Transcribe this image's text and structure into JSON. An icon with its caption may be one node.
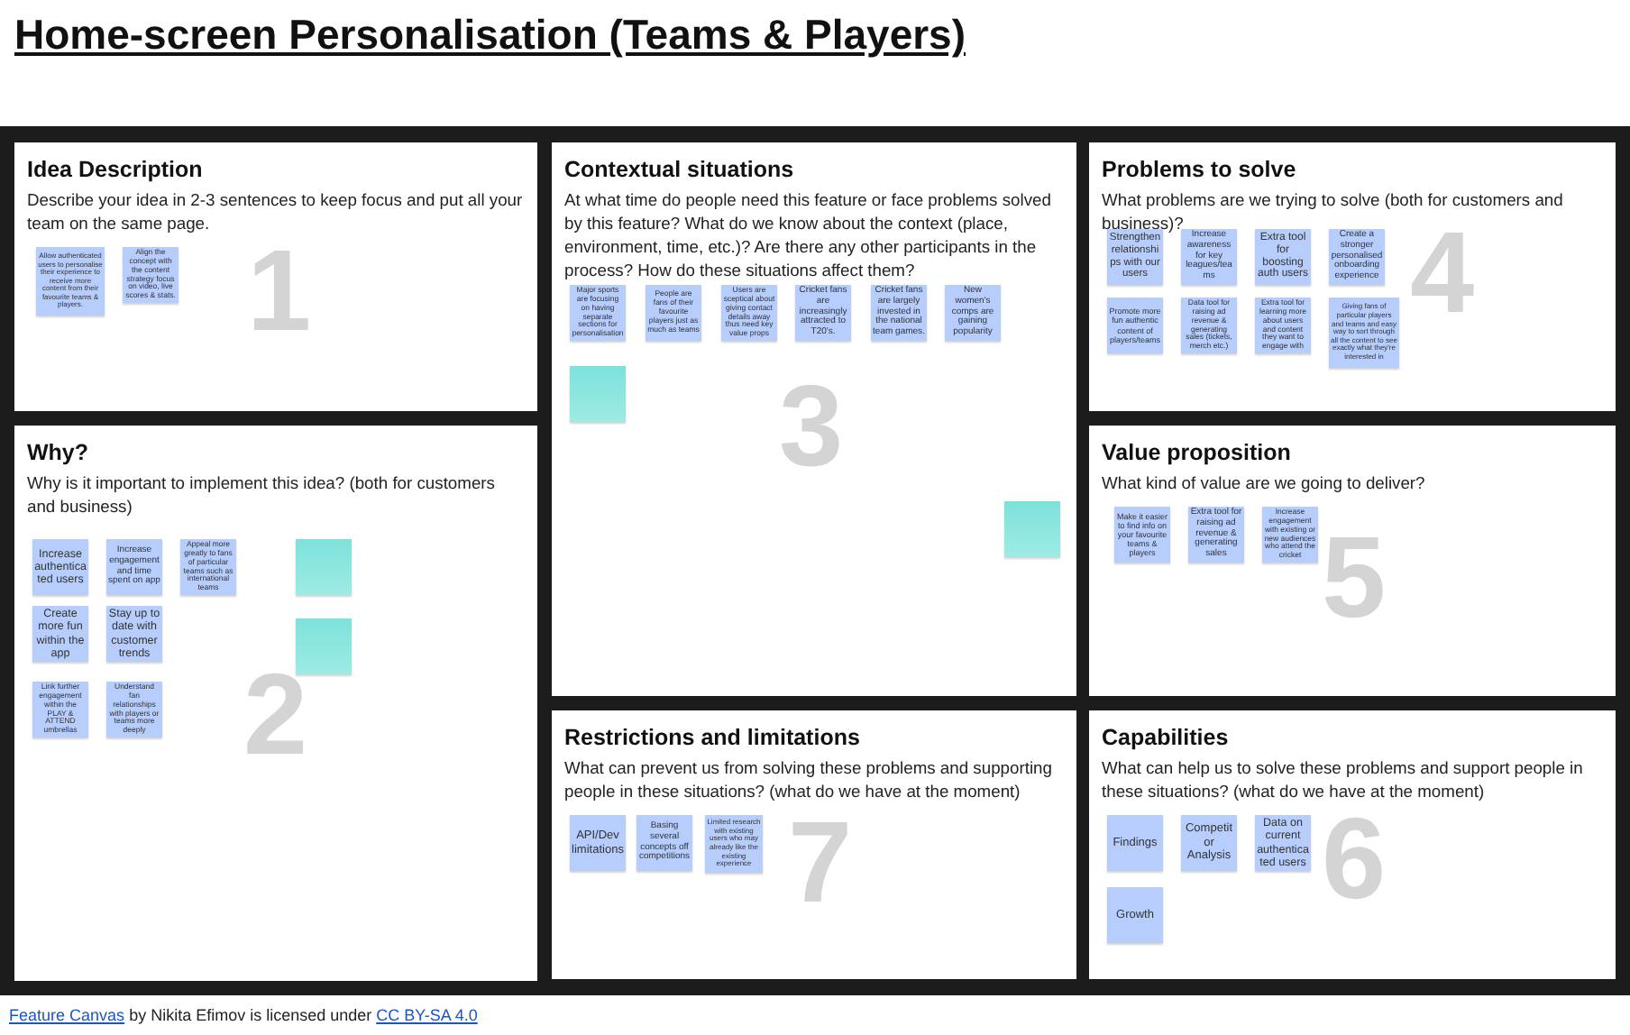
{
  "diagram": {
    "title": "Home-screen Personalisation (Teams & Players)",
    "nodes": [
      {
        "text": [
          "Idea Description",
          "Describe your idea in 2-3 sentences to keep focus and put all your team on the same page.",
          "1"
        ]
      },
      {
        "text": [
          "Allow authenticated users to personalise their experience to receive more content from their favourite teams & players."
        ],
        "in": 0
      },
      {
        "text": [
          "Align the concept with the content strategy focus on video, live scores & stats."
        ],
        "in": 0
      },
      {
        "text": [
          "Contextual situations",
          "At what time do people need this feature or face problems solved by this feature? What do we know about the context (place, environment, time, etc.)? Are there any other participants in the process? How do these situations affect them?",
          "3"
        ]
      },
      {
        "text": [
          "Major sports are focusing on having separate sections for personalisation"
        ],
        "in": 3
      },
      {
        "text": [
          "People are fans of their favourite players just as much as teams"
        ],
        "in": 3
      },
      {
        "text": [
          "Users are sceptical about giving contact details away thus need key value props"
        ],
        "in": 3
      },
      {
        "text": [
          "Cricket fans are increasingly attracted to T20's."
        ],
        "in": 3
      },
      {
        "text": [
          "Cricket fans are largely invested in the national team games."
        ],
        "in": 3
      },
      {
        "text": [
          "New women's comps are gaining popularity"
        ],
        "in": 3
      },
      {
        "text": [],
        "shape": "box",
        "in": 3
      },
      {
        "text": [],
        "shape": "box",
        "in": 3
      },
      {
        "text": [
          "Problems to solve",
          "What problems are we trying to solve (both for customers and business)?",
          "4"
        ]
      },
      {
        "text": [
          "Strengthen relationships with our users"
        ],
        "in": 12
      },
      {
        "text": [
          "Increase awareness for key leagues/teams"
        ],
        "in": 12
      },
      {
        "text": [
          "Extra tool for boosting auth users"
        ],
        "in": 12
      },
      {
        "text": [
          "Create a stronger personalised onboarding experience"
        ],
        "in": 12
      },
      {
        "text": [
          "Promote more fun authentic content of players/teams"
        ],
        "in": 12
      },
      {
        "text": [
          "Data tool for raising ad revenue & generating sales (tickets, merch etc.)"
        ],
        "in": 12
      },
      {
        "text": [
          "Extra tool for learning more about users and content they want to engage with"
        ],
        "in": 12
      },
      {
        "text": [
          "Giving fans of particular players and teams and easy way to sort through all the content to see exactly what they're interested in"
        ],
        "in": 12
      },
      {
        "text": [
          "Why?",
          "Why is it important to implement this idea? (both for customers and business)",
          "2"
        ]
      },
      {
        "text": [
          "Increase authenticated users"
        ],
        "in": 21
      },
      {
        "text": [
          "Increase engagement and time spent on app"
        ],
        "in": 21
      },
      {
        "text": [
          "Appeal more greatly to fans of particular teams such as international teams"
        ],
        "in": 21
      },
      {
        "text": [
          "Create more fun within the app"
        ],
        "in": 21
      },
      {
        "text": [
          "Stay up to date with customer trends"
        ],
        "in": 21
      },
      {
        "text": [
          "Link further engagement within the PLAY & ATTEND umbrellas"
        ],
        "in": 21
      },
      {
        "text": [
          "Understand fan relationships with players or teams more deeply"
        ],
        "in": 21
      },
      {
        "text": [],
        "shape": "box",
        "in": 21
      },
      {
        "text": [],
        "shape": "box",
        "in": 21
      },
      {
        "text": [
          "Value proposition",
          "What kind of value are we going to deliver?",
          "5"
        ]
      },
      {
        "text": [
          "Make it easier to find info on your favourite teams & players"
        ],
        "in": 31
      },
      {
        "text": [
          "Extra tool for raising ad revenue & generating sales"
        ],
        "in": 31
      },
      {
        "text": [
          "Increase engagement with existing or new audiences who attend the cricket"
        ],
        "in": 31
      },
      {
        "text": [
          "Restrictions and limitations",
          "What can prevent us from solving these problems and supporting people in these situations? (what do we have at the moment)",
          "7"
        ]
      },
      {
        "text": [
          "API/Dev limitations"
        ],
        "in": 35
      },
      {
        "text": [
          "Basing several concepts off competitions"
        ],
        "in": 35
      },
      {
        "text": [
          "Limited research with existing users who may already like the existing experience"
        ],
        "in": 35
      },
      {
        "text": [
          "Capabilities",
          "What can help us to solve these problems and support people in these situations? (what do we have at the moment)",
          "6"
        ]
      },
      {
        "text": [
          "Findings"
        ],
        "in": 39
      },
      {
        "text": [
          "Competitor Analysis"
        ],
        "in": 39
      },
      {
        "text": [
          "Data on current authenticated users"
        ],
        "in": 39
      },
      {
        "text": [
          "Growth"
        ],
        "in": 39
      }
    ],
    "labels": [
      "Feature Canvas",
      "by Nikita Efimov is licensed under",
      "CC BY-SA 4.0"
    ]
  }
}
